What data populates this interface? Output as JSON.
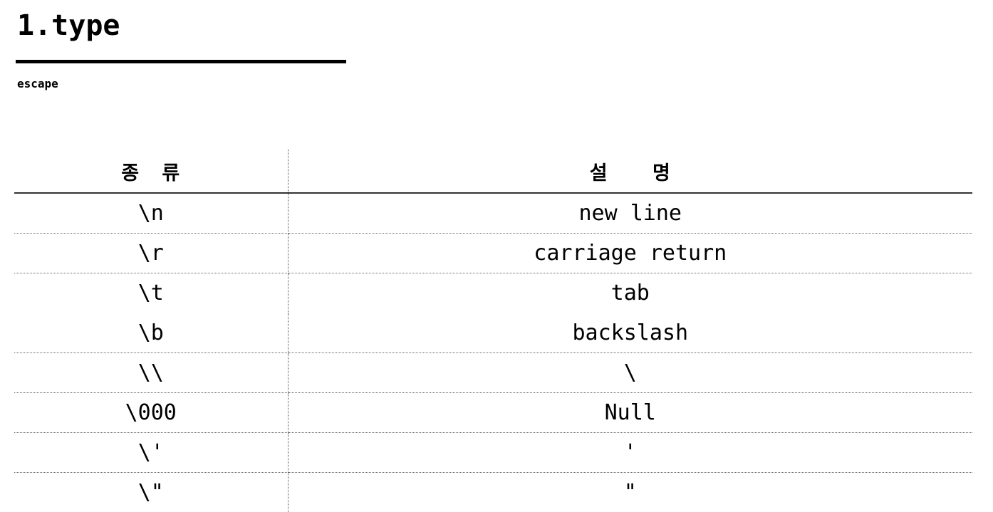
{
  "document": {
    "title": "1.type",
    "subtitle": "escape"
  },
  "table": {
    "columns": [
      {
        "key": "kind",
        "header": "종   류"
      },
      {
        "key": "desc",
        "header": "설      명"
      }
    ],
    "rows": [
      {
        "kind": "\\n",
        "desc": "new line",
        "rule_below": true
      },
      {
        "kind": "\\r",
        "desc": "carriage return",
        "rule_below": true
      },
      {
        "kind": "\\t",
        "desc": "tab",
        "rule_below": false
      },
      {
        "kind": "\\b",
        "desc": "backslash",
        "rule_below": true
      },
      {
        "kind": "\\\\",
        "desc": "\\",
        "rule_below": true
      },
      {
        "kind": "\\000",
        "desc": "Null",
        "rule_below": true
      },
      {
        "kind": "\\'",
        "desc": "'",
        "rule_below": true
      },
      {
        "kind": "\\\"",
        "desc": "\"",
        "rule_below": false
      }
    ]
  },
  "colors": {
    "text": "#000000",
    "background": "#ffffff",
    "header_rule": "#333333",
    "row_rule": "#666666",
    "column_divider": "#555555"
  }
}
